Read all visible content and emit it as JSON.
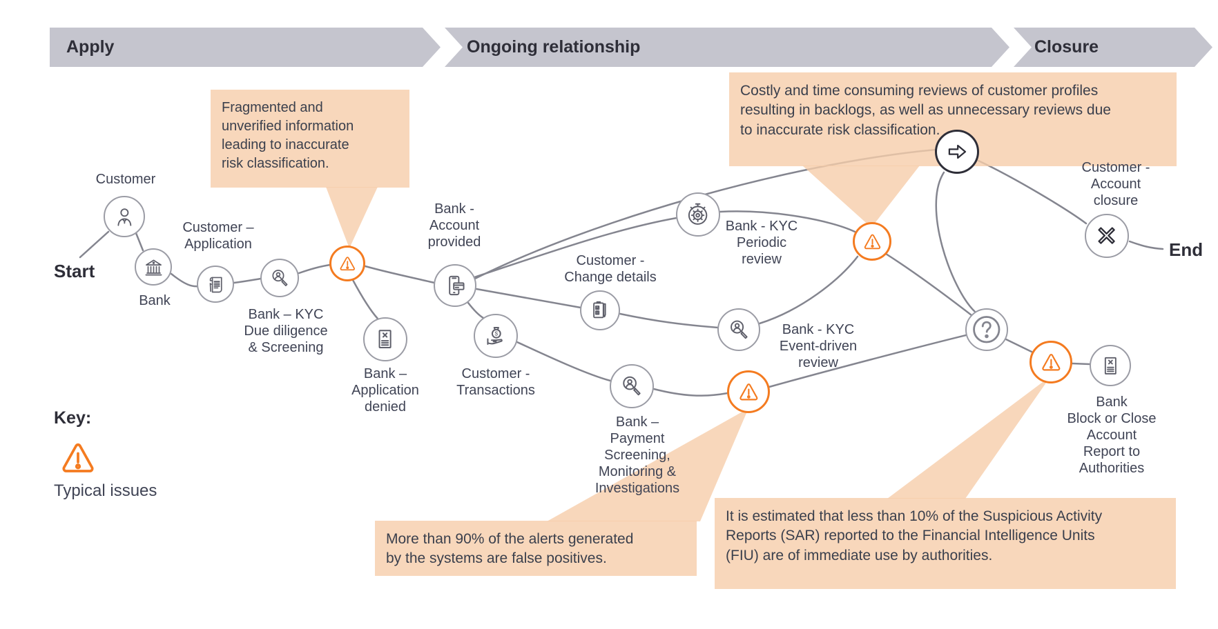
{
  "phases": {
    "apply": "Apply",
    "ongoing": "Ongoing relationship",
    "closure": "Closure"
  },
  "terminals": {
    "start": "Start",
    "end": "End"
  },
  "nodes": {
    "customer": "Customer",
    "bank": "Bank",
    "customer_application": "Customer –\nApplication",
    "bank_kyc_due_diligence": "Bank – KYC\nDue diligence\n& Screening",
    "bank_account_provided": "Bank -\nAccount\nprovided",
    "bank_application_denied": "Bank –\nApplication\ndenied",
    "customer_transactions": "Customer -\nTransactions",
    "customer_change_details": "Customer -\nChange details",
    "bank_kyc_periodic_review": "Bank - KYC\nPeriodic\nreview",
    "bank_kyc_event_driven_review": "Bank - KYC\nEvent-driven\nreview",
    "bank_payment_screening": "Bank –\nPayment\nScreening,\nMonitoring &\nInvestigations",
    "customer_account_closure": "Customer -\nAccount\nclosure",
    "bank_block_close_report": "Bank\nBlock or Close Account\nReport to Authorities"
  },
  "callouts": {
    "fragmented_info": "Fragmented and\nunverified information\nleading to inaccurate\nrisk classification.",
    "costly_reviews": "Costly and time consuming reviews of customer profiles\nresulting in backlogs, as well as unnecessary reviews due\nto inaccurate risk classification.",
    "false_positives": "More than 90% of the alerts generated\nby the systems are false positives.",
    "sar_reports": "It is estimated that less than 10% of the Suspicious Activity\nReports (SAR) reported to the Financial Intelligence Units\n(FIU) are of immediate use by authorities."
  },
  "key": {
    "title": "Key:",
    "typical_issues": "Typical issues"
  },
  "icons": {
    "person": "person-icon",
    "bank": "bank-building-icon",
    "document_pen": "document-pen-icon",
    "search_person": "search-person-icon",
    "warning": "warning-triangle-icon",
    "doc_x": "denied-document-icon",
    "phone_card": "phone-card-icon",
    "money_hand": "money-bag-hand-icon",
    "clipboard": "clipboard-check-icon",
    "stopwatch": "stopwatch-gear-icon",
    "arrow_right": "arrow-right-icon",
    "x_mark": "close-x-icon",
    "question": "question-mark-icon"
  },
  "colors": {
    "accent_orange": "#F47B20",
    "callout_bg": "#FBDCC2",
    "banner_bg": "#C5C5CE",
    "line_gray": "#84858F",
    "node_border": "#9B9CA5",
    "text": "#404455",
    "dark_text": "#2E2E38"
  }
}
